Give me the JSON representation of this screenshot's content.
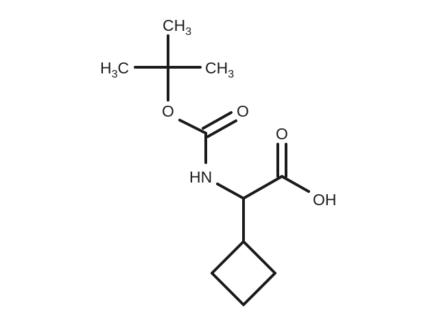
{
  "molecule": {
    "atom_labels": {
      "ch3_top": {
        "main": "CH",
        "sub": "3"
      },
      "h3c_left": {
        "pre": "H",
        "sub": "3",
        "post": "C"
      },
      "ch3_right": {
        "main": "CH",
        "sub": "3"
      },
      "ester_o": "O",
      "carbonyl_o": "O",
      "nh": "HN",
      "acid_o": "O",
      "oh": "OH"
    },
    "colors": {
      "bond": "#1a1a1a",
      "background": "#ffffff"
    }
  }
}
